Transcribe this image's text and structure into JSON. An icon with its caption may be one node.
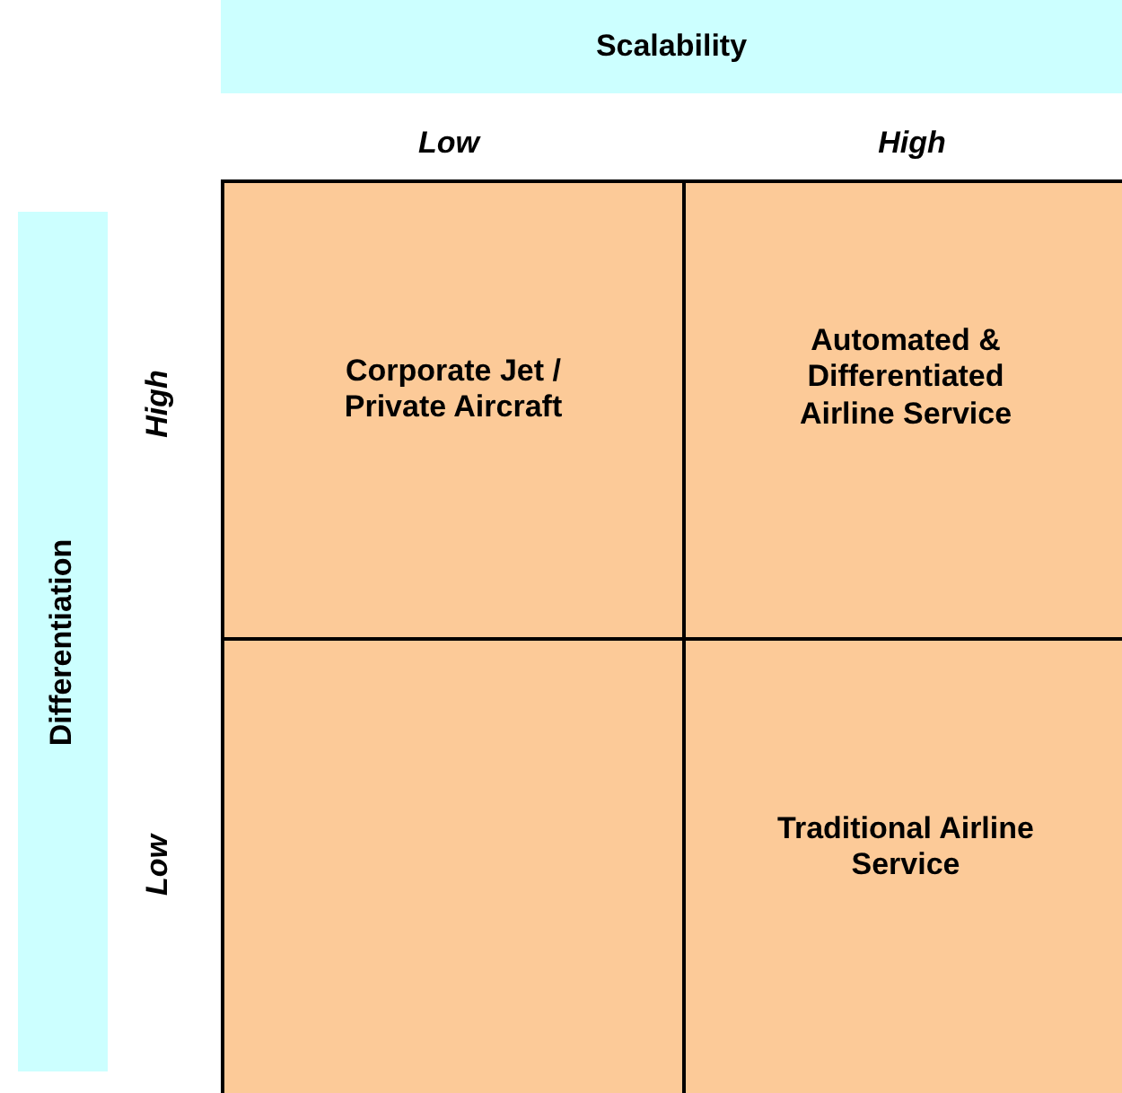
{
  "diagram": {
    "nodes": [
      {
        "text": [
          "Scalability"
        ]
      },
      {
        "text": [
          "Differentiation"
        ]
      },
      {
        "text": [
          "Corporate Jet / Private Aircraft"
        ]
      },
      {
        "text": [
          "Automated & Differentiated Airline Service"
        ]
      },
      {
        "text": [],
        "shape": "box"
      },
      {
        "text": [
          "Traditional Airline Service"
        ]
      }
    ],
    "labels": [
      "Low",
      "High",
      "High",
      "Low"
    ]
  }
}
